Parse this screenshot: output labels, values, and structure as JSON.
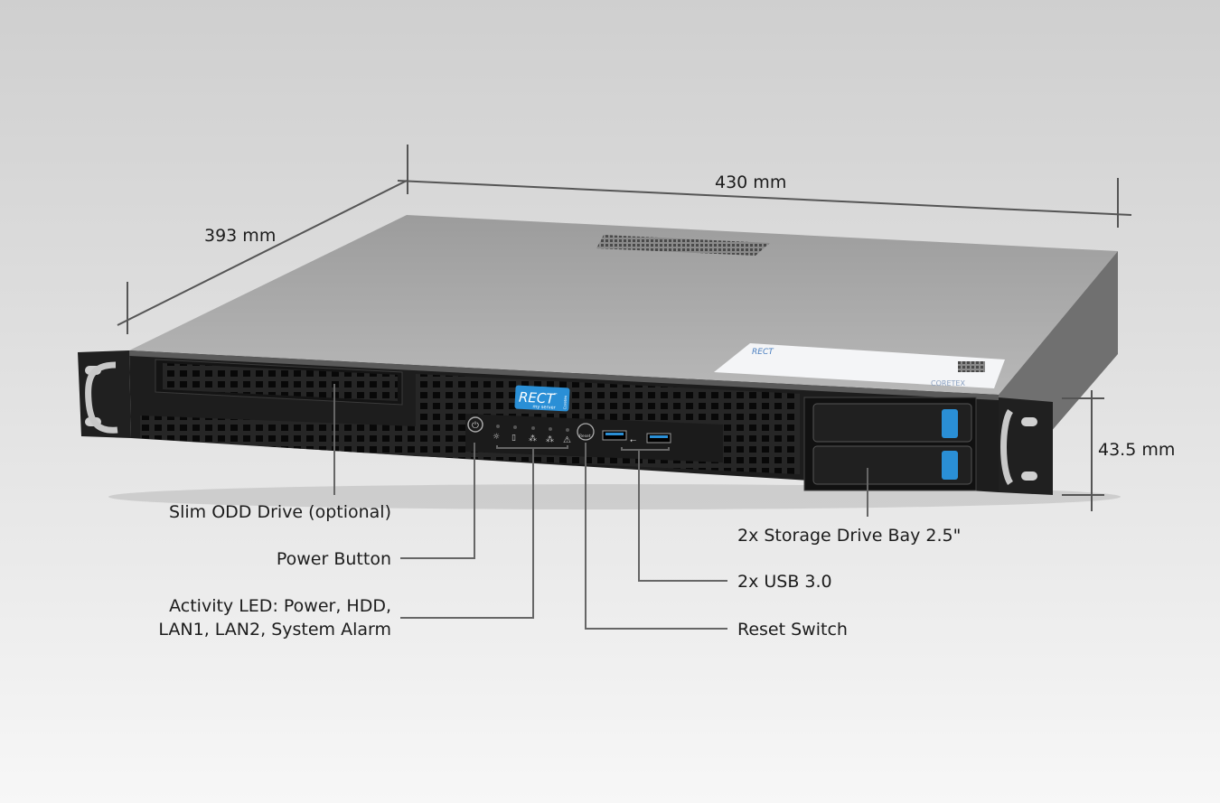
{
  "dimensions": {
    "depth": "393 mm",
    "width": "430 mm",
    "height": "43.5 mm"
  },
  "callouts": {
    "odd": "Slim ODD Drive (optional)",
    "power": "Power Button",
    "activity_line1": "Activity LED: Power, HDD,",
    "activity_line2": "LAN1, LAN2, System Alarm",
    "storage": "2x Storage Drive Bay 2.5\"",
    "usb": "2x USB  3.0",
    "reset": "Reset Switch"
  },
  "device": {
    "badge_brand": "RECT",
    "badge_tm": "™",
    "badge_sub": "my server",
    "badge_side": "Coretex",
    "reset_label": "Reset",
    "label_brand": "RECT",
    "label_maker": "CORETEX"
  },
  "colors": {
    "accent_blue": "#2a8fd6",
    "chassis_top": "#a9a9a9",
    "front_panel": "#1d1d1d"
  }
}
